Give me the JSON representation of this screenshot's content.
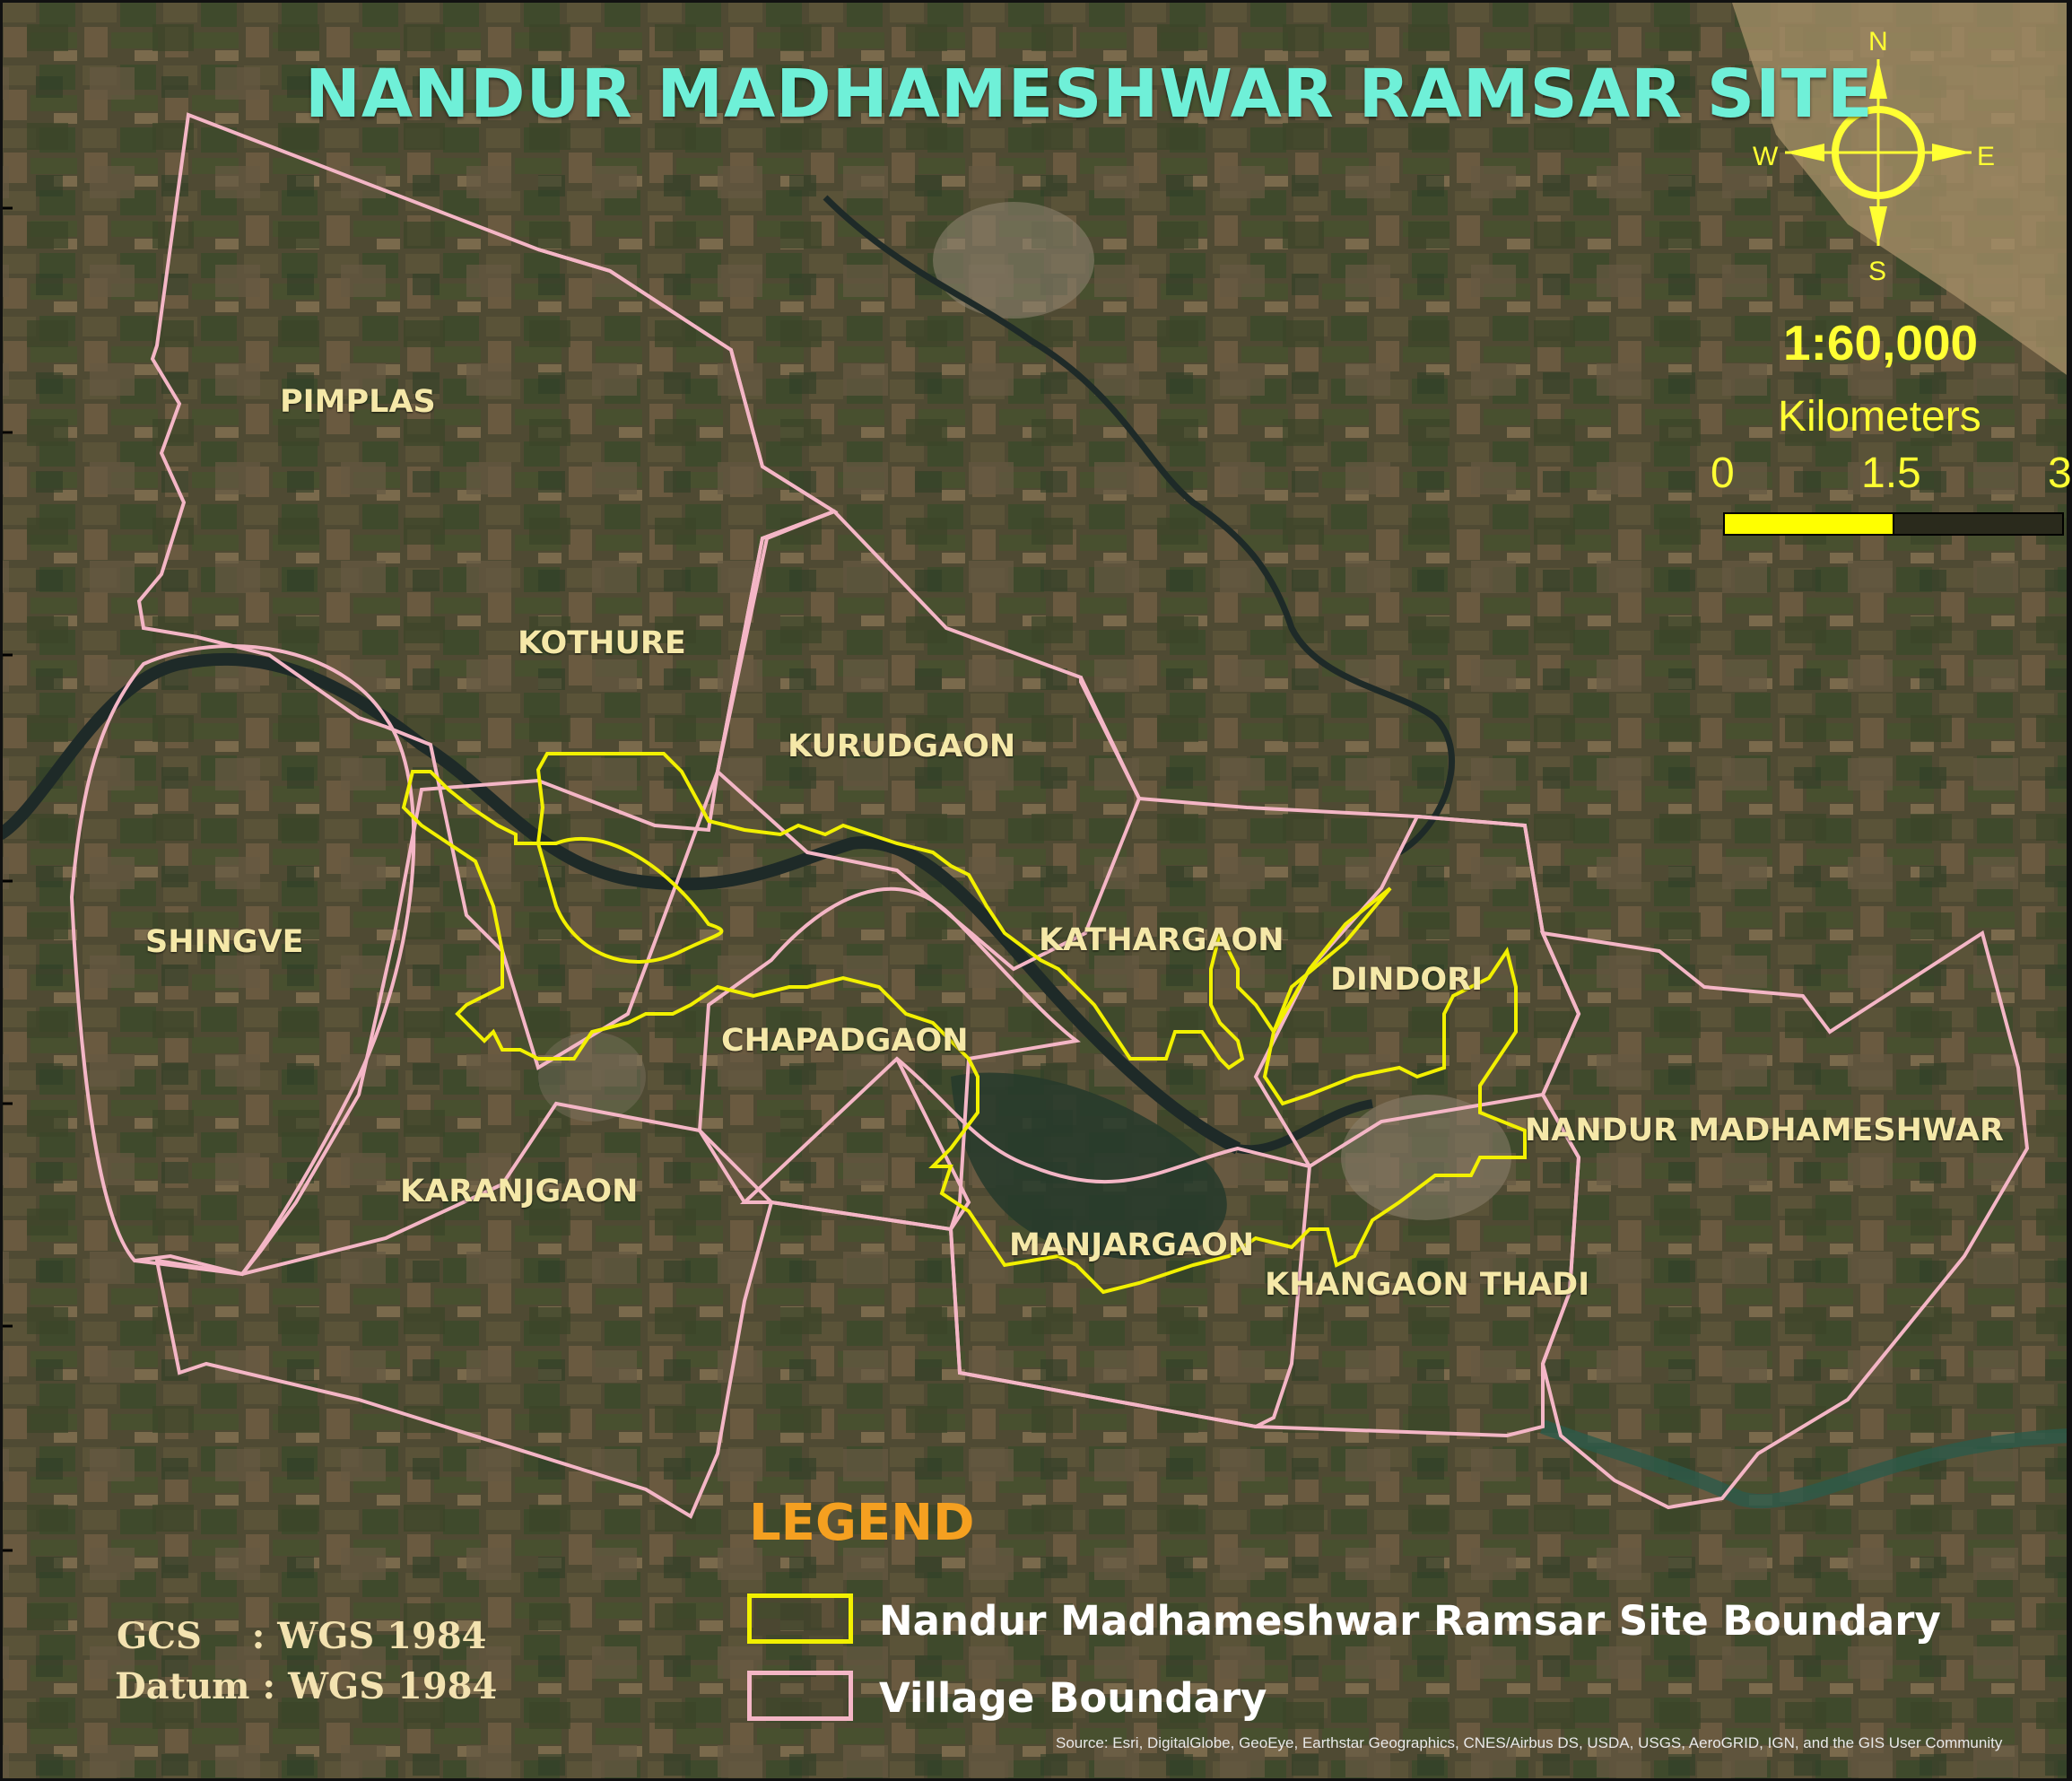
{
  "map": {
    "title": "NANDUR MADHAMESHWAR RAMSAR SITE",
    "villages": [
      {
        "key": "pimplas",
        "label": "PIMPLAS"
      },
      {
        "key": "kothure",
        "label": "KOTHURE"
      },
      {
        "key": "kurudgaon",
        "label": "KURUDGAON"
      },
      {
        "key": "shingve",
        "label": "SHINGVE"
      },
      {
        "key": "kathargaon",
        "label": "KATHARGAON"
      },
      {
        "key": "dindori",
        "label": "DINDORI"
      },
      {
        "key": "chapadgaon",
        "label": "CHAPADGAON"
      },
      {
        "key": "nandur",
        "label": "NANDUR MADHAMESHWAR"
      },
      {
        "key": "karanjgaon",
        "label": "KARANJGAON"
      },
      {
        "key": "manjargaon",
        "label": "MANJARGAON"
      },
      {
        "key": "khangaon",
        "label": "KHANGAON THADI"
      }
    ],
    "compass": {
      "n": "N",
      "s": "S",
      "e": "E",
      "w": "W",
      "color": "#ffff33"
    },
    "scale": {
      "ratio": "1:60,000",
      "unit": "Kilometers",
      "ticks": [
        "0",
        "1.5",
        "3"
      ],
      "fill_color": "#ffff00"
    },
    "legend": {
      "title": "LEGEND",
      "items": [
        {
          "label": "Nandur Madhameshwar Ramsar Site Boundary",
          "color": "#f2f000"
        },
        {
          "label": "Village Boundary",
          "color": "#f4b6c6"
        }
      ]
    },
    "coordinate_info": {
      "gcs": "GCS    : WGS 1984",
      "datum": "Datum : WGS 1984"
    },
    "source": "Source: Esri, DigitalGlobe, GeoEye, Earthstar Geographics, CNES/Airbus DS, USDA, USGS, AeroGRID, IGN, and the GIS User Community",
    "colors": {
      "title": "#6ff0d8",
      "village_label": "#f5e8a8",
      "legend_title": "#f5a020",
      "river": "#1e2a28",
      "village_boundary": "#f4b6c6",
      "ramsar_boundary": "#f2f000"
    }
  }
}
